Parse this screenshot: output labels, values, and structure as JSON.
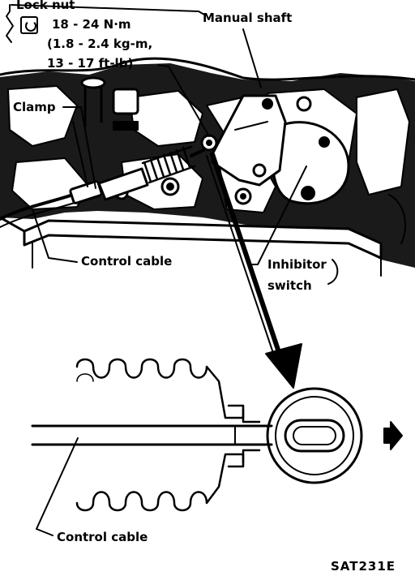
{
  "labels": {
    "lock_nut": "Lock nut",
    "torque_line1": "18 - 24 N·m",
    "torque_line2": "(1.8 - 2.4 kg-m,",
    "torque_line3": "13 - 17 ft-lb)",
    "manual_shaft": "Manual shaft",
    "clamp": "Clamp",
    "control_cable_top": "Control cable",
    "inhibitor_switch_1": "Inhibitor",
    "inhibitor_switch_2": "switch",
    "control_cable_bottom": "Control cable",
    "figure_code": "SAT231E"
  },
  "icons": {
    "torque": "wrench-icon",
    "direction": "arrow-right-icon"
  }
}
